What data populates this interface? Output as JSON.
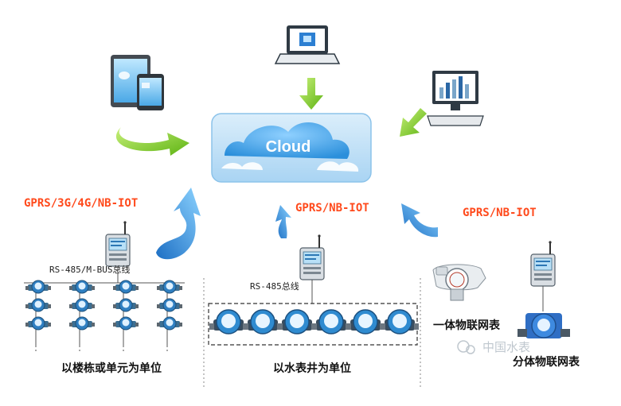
{
  "cloud": {
    "label": "Cloud"
  },
  "links": {
    "left": "GPRS/3G/4G/NB-IOT",
    "middle": "GPRS/NB-IOT",
    "right": "GPRS/NB-IOT"
  },
  "bus_labels": {
    "left": "RS-485/M-BUS总线",
    "middle": "RS-485总线"
  },
  "captions": {
    "building": "以楼栋或单元为单位",
    "well": "以水表井为单位",
    "integrated": "一体物联网表",
    "split": "分体物联网表"
  },
  "watermark": "中国水表",
  "colors": {
    "accent_text": "#ff4a1c",
    "cloud_blue": "#3b9be0",
    "arrow_green": "#7fcc1e",
    "arrow_blue": "#2a86d8"
  },
  "icons": [
    "tablet-phone-icon",
    "laptop-icon",
    "monitor-chart-icon",
    "cloud-icon",
    "concentrator-icon",
    "water-meter-icon"
  ]
}
